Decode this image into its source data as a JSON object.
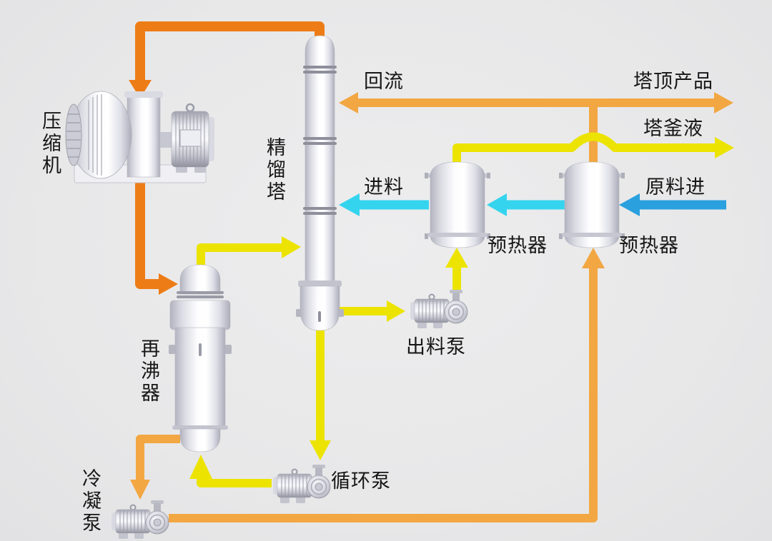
{
  "labels": {
    "compressor": "压缩机",
    "column": "精馏塔",
    "reboiler": "再沸器",
    "condensate_pump": "冷凝泵",
    "circulation_pump": "循环泵",
    "discharge_pump": "出料泵",
    "preheater_left": "预热器",
    "preheater_right": "预热器",
    "reflux": "回流",
    "top_product": "塔顶产品",
    "bottoms_liquid": "塔釜液",
    "feed": "进料",
    "raw_material_in": "原料进"
  },
  "streams": [
    {
      "name": "hot-vapor",
      "color": "#ee7c16"
    },
    {
      "name": "condensate",
      "color": "#f2a742"
    },
    {
      "name": "bottoms",
      "color": "#ece400"
    },
    {
      "name": "preheated-feed",
      "color": "#35d4ee"
    },
    {
      "name": "raw-feed",
      "color": "#2aa0de"
    }
  ],
  "equipment": [
    "压缩机",
    "精馏塔",
    "再沸器",
    "预热器",
    "预热器",
    "出料泵",
    "循环泵",
    "冷凝泵"
  ],
  "flow_arrows": [
    {
      "stream": "hot-vapor",
      "path": "精馏塔顶 → 压缩机 → 再沸器"
    },
    {
      "stream": "condensate",
      "path": "再沸器 → 冷凝泵 → 预热器(右) → 回流/塔顶产品"
    },
    {
      "stream": "bottoms",
      "path": "精馏塔底 → 出料泵 → 预热器(左) → 塔釜液 / 循环泵 → 再沸器 → 精馏塔"
    },
    {
      "stream": "raw-feed",
      "path": "原料进 → 预热器(右)"
    },
    {
      "stream": "preheated-feed",
      "path": "预热器(右) → 预热器(左) → 进料 → 精馏塔"
    }
  ]
}
